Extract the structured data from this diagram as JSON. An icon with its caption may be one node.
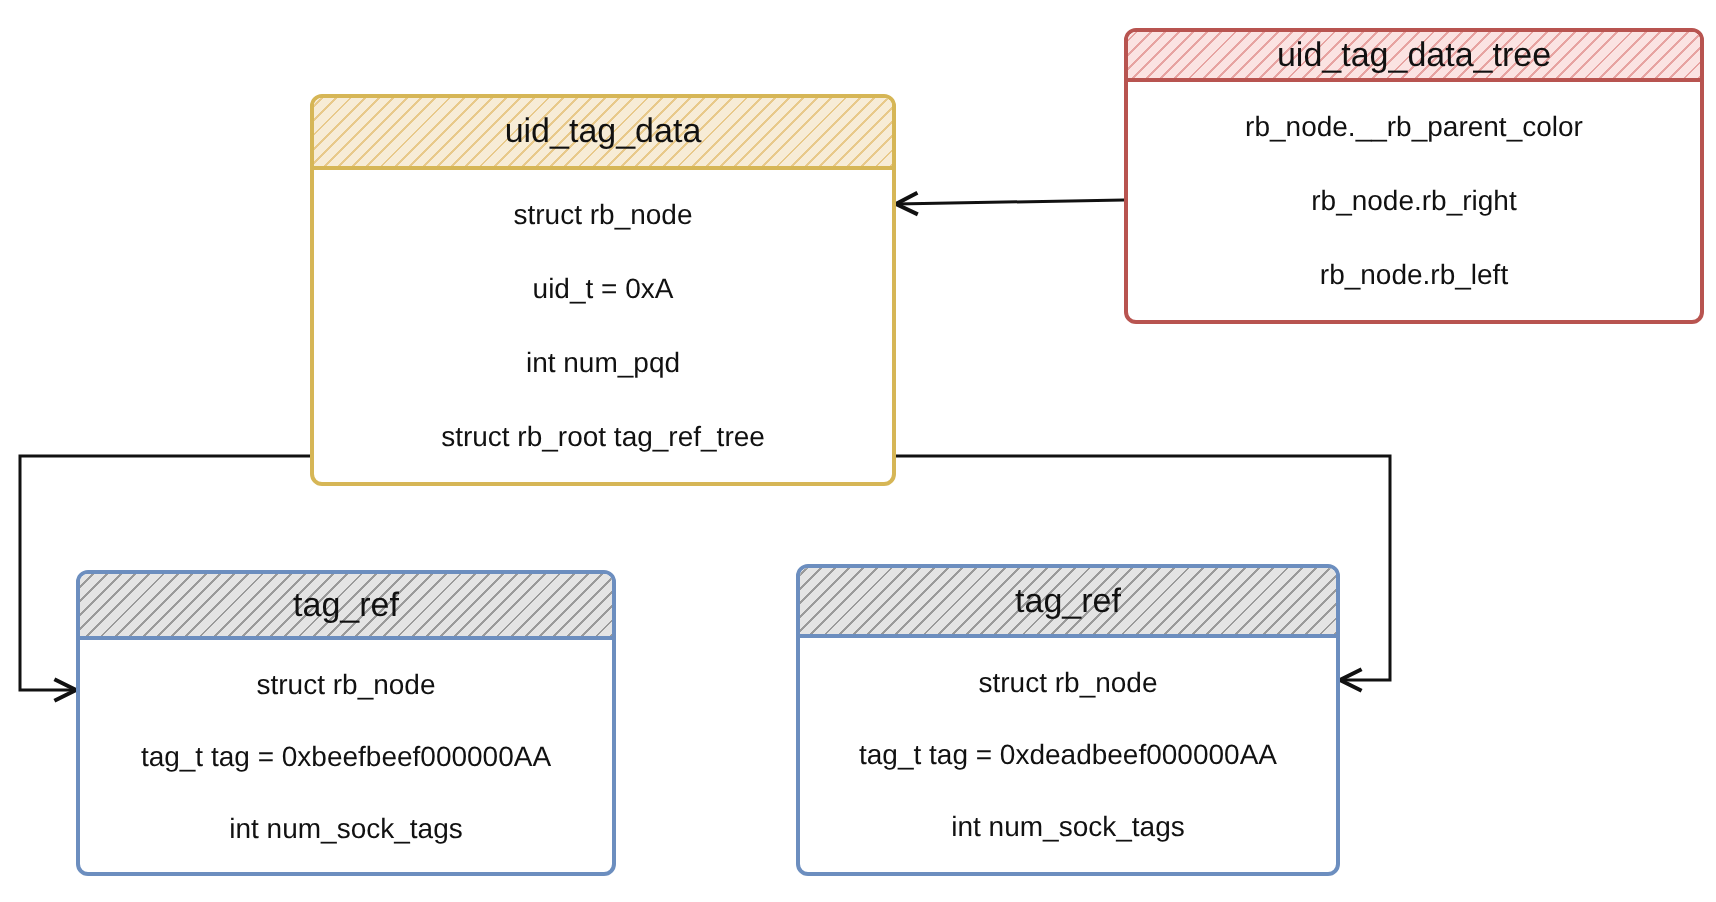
{
  "diagram": {
    "nodes": [
      {
        "text": [
          "uid_tag_data",
          "struct rb_node",
          "uid_t = 0xA",
          "int num_pqd",
          "struct rb_root tag_ref_tree"
        ]
      },
      {
        "text": [
          "uid_tag_data_tree",
          "rb_node.__rb_parent_color",
          "rb_node.rb_right",
          "rb_node.rb_left"
        ]
      },
      {
        "text": [
          "tag_ref",
          "struct rb_node",
          "tag_t tag = 0xbeefbeef000000AA",
          "int num_sock_tags"
        ]
      },
      {
        "text": [
          "tag_ref",
          "struct rb_node",
          "tag_t tag = 0xdeadbeef000000AA",
          "int num_sock_tags"
        ]
      }
    ],
    "edges": [
      {
        "from": 1,
        "to": 0,
        "arrow": "to"
      },
      {
        "from": 0,
        "to": 2,
        "arrow": "to"
      },
      {
        "from": 0,
        "to": 3,
        "arrow": "to"
      }
    ]
  }
}
